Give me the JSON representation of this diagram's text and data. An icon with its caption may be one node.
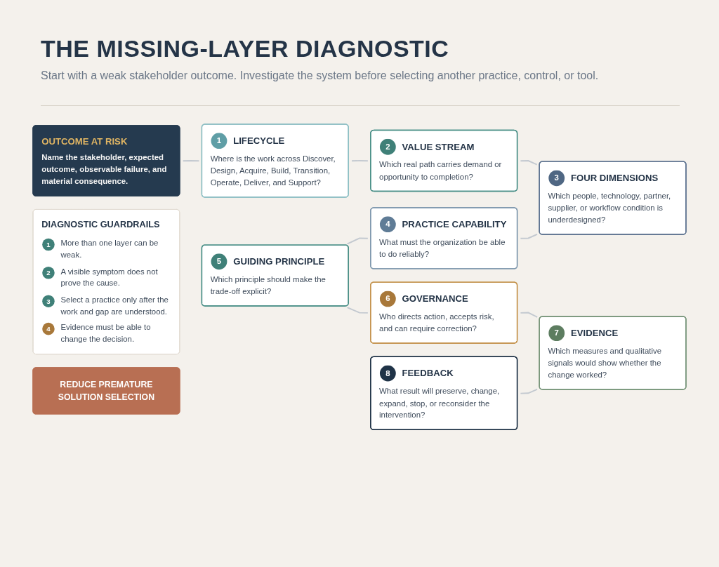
{
  "diagram": {
    "title": "THE MISSING-LAYER DIAGNOSTIC",
    "nodes": [
      {
        "text": [
          "OUTCOME AT RISK",
          "Name the stakeholder, expected outcome, observable failure, and material consequence."
        ]
      },
      {
        "text": [
          "1",
          "LIFECYCLE",
          "Where is the work across Discover, Design, Acquire, Build, Transition, Operate, Deliver, and Support?"
        ]
      },
      {
        "text": [
          "2",
          "VALUE STREAM",
          "Which real path carries demand or opportunity to completion?"
        ]
      },
      {
        "text": [
          "DIAGNOSTIC GUARDRAILS",
          "1",
          "More than one layer can be weak.",
          "2",
          "A visible symptom does not prove the cause.",
          "3",
          "Select a practice only after the work and gap are understood.",
          "4",
          "Evidence must be able to change the decision."
        ]
      },
      {
        "text": [
          "4",
          "PRACTICE CAPABILITY",
          "What must the organization be able to do reliably?"
        ]
      },
      {
        "text": [
          "3",
          "FOUR DIMENSIONS",
          "Which people, technology, partner, supplier, or workflow condition is underdesigned?"
        ]
      },
      {
        "text": [
          "5",
          "GUIDING PRINCIPLE",
          "Which principle should make the trade-off explicit?"
        ]
      },
      {
        "text": [
          "6",
          "GOVERNANCE",
          "Who directs action, accepts risk, and can require correction?"
        ]
      },
      {
        "text": [
          "REDUCE PREMATURE SOLUTION SELECTION"
        ]
      },
      {
        "text": [
          "8",
          "FEEDBACK",
          "What result will preserve, change, expand, stop, or reconsider the intervention?"
        ]
      },
      {
        "text": [
          "7",
          "EVIDENCE",
          "Which measures and qualitative signals would show whether the change worked?"
        ]
      }
    ],
    "edges": [
      {
        "from": 0,
        "to": 1,
        "arrow": "none"
      },
      {
        "from": 1,
        "to": 2,
        "arrow": "none"
      },
      {
        "from": 2,
        "to": 5,
        "arrow": "none"
      },
      {
        "from": 4,
        "to": 5,
        "arrow": "none"
      },
      {
        "from": 6,
        "to": 4,
        "arrow": "none"
      },
      {
        "from": 6,
        "to": 7,
        "arrow": "none"
      },
      {
        "from": 7,
        "to": 10,
        "arrow": "none"
      },
      {
        "from": 9,
        "to": 10,
        "arrow": "none"
      }
    ],
    "labels": [
      "Start with a weak stakeholder outcome. Investigate the system before selecting another practice, control, or tool."
    ]
  }
}
